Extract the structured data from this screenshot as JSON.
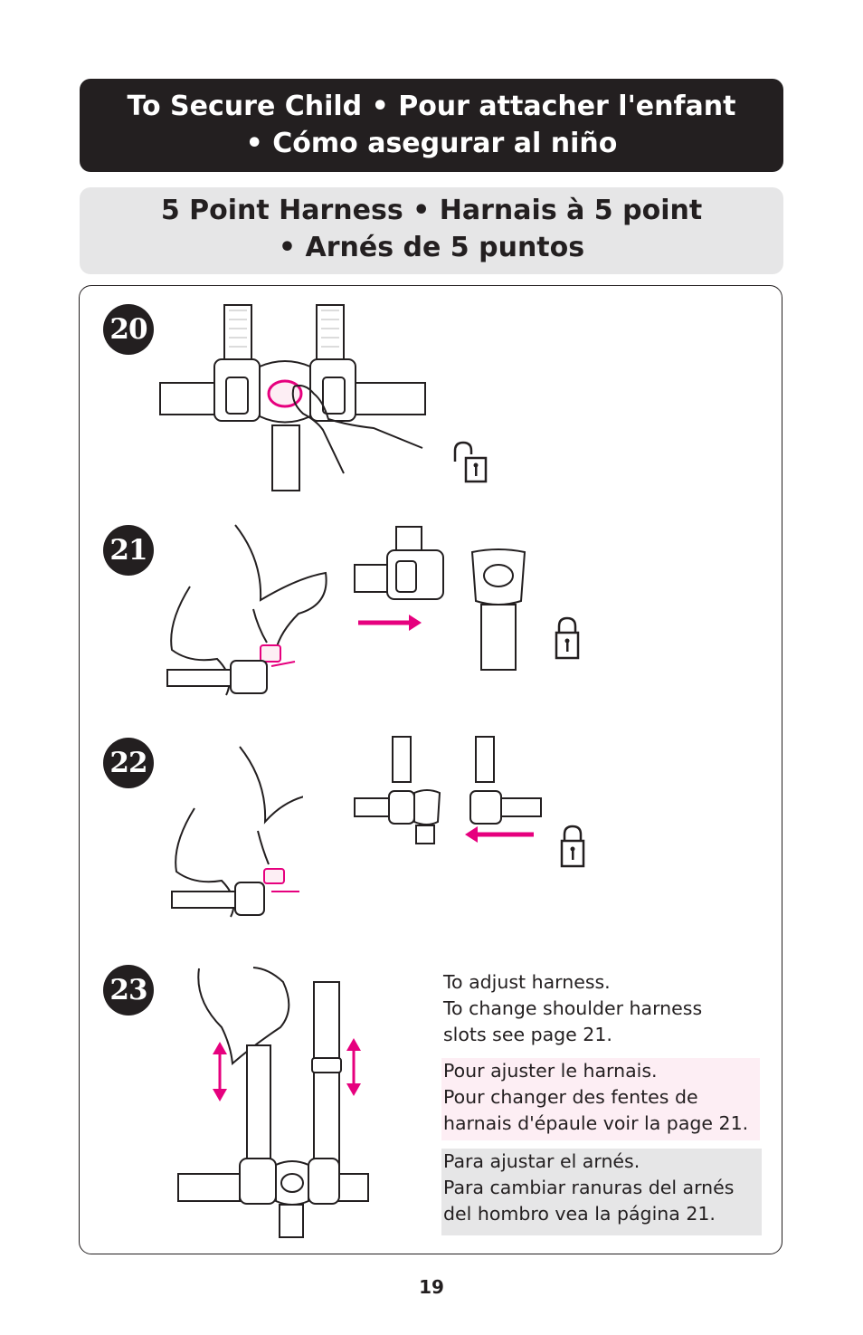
{
  "header": {
    "line1": "To Secure Child  •  Pour attacher l'enfant",
    "line2": "•  Cómo asegurar al niño"
  },
  "subheader": {
    "line1": "5 Point Harness  •  Harnais à 5 point",
    "line2": "•  Arnés de 5 puntos"
  },
  "steps": [
    {
      "number": "20"
    },
    {
      "number": "21"
    },
    {
      "number": "22"
    },
    {
      "number": "23"
    }
  ],
  "instructions": {
    "en": [
      "To adjust harness.",
      "To change shoulder harness",
      "slots see page 21."
    ],
    "fr": [
      "Pour ajuster le harnais.",
      "Pour changer des fentes de",
      "harnais d'épaule voir la page 21."
    ],
    "es": [
      "Para ajustar el arnés.",
      "Para cambiar ranuras del arnés",
      "del hombro vea la página 21."
    ]
  },
  "icons": {
    "step20": [
      "harness-buckle-press-illustration",
      "unlocked-padlock-icon"
    ],
    "step21": [
      "hand-holding-tongue-illustration",
      "right-arrow-icon",
      "buckle-insert-illustration",
      "locked-padlock-icon"
    ],
    "step22": [
      "hand-holding-tongue-illustration",
      "left-arrow-icon",
      "buckle-insert-illustration",
      "locked-padlock-icon"
    ],
    "step23": [
      "hand-pulling-strap-illustration",
      "up-down-arrow-icon"
    ]
  },
  "colors": {
    "accent": "#e6007e",
    "dark": "#231f20",
    "light_gray": "#e6e6e7",
    "pink_bg": "#fdeef4"
  },
  "page_number": "19"
}
